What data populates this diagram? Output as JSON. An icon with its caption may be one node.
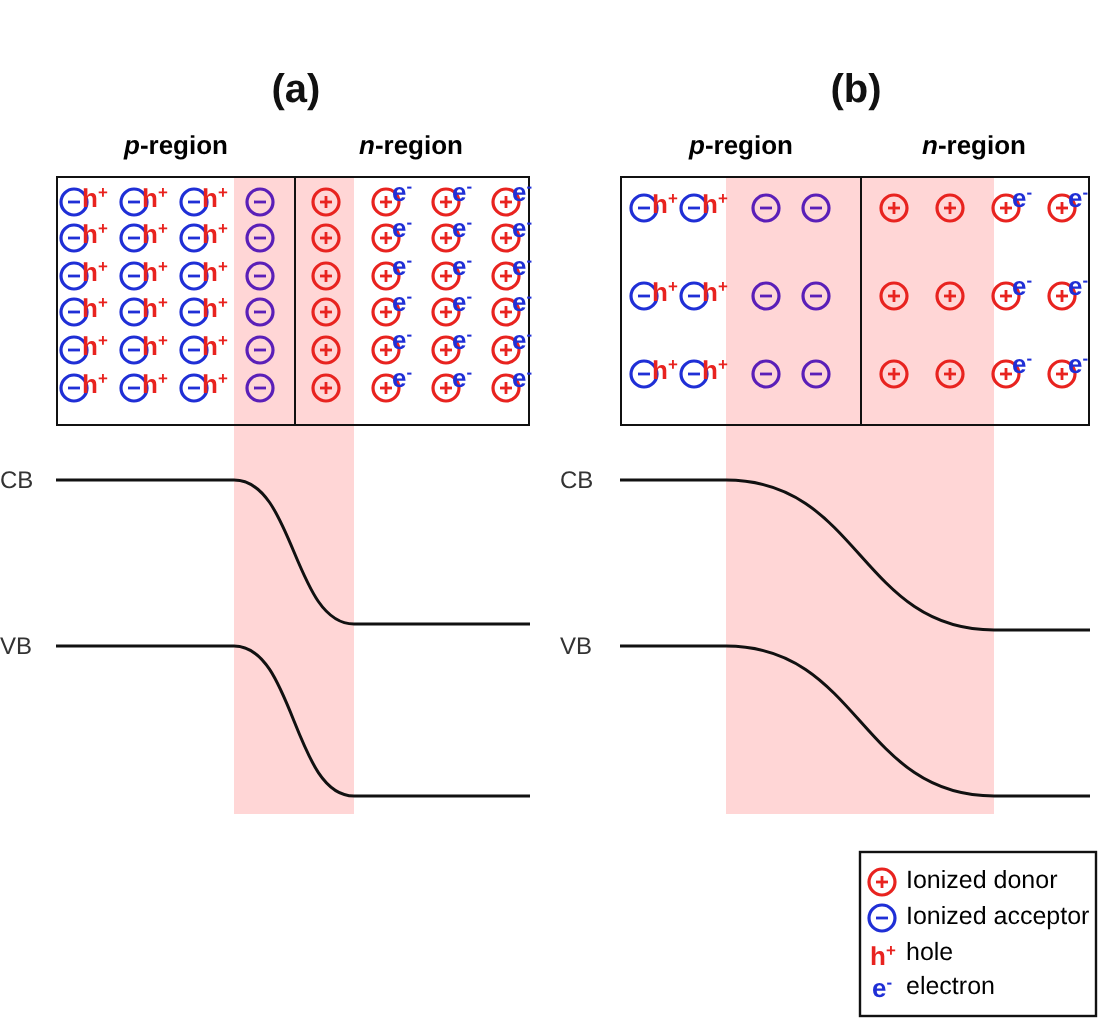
{
  "diagram": {
    "nodes": [
      {
        "text": [
          "*p*-region"
        ]
      },
      {
        "text": [
          "*n*-region"
        ]
      },
      {
        "text": [
          "*p*-region"
        ]
      },
      {
        "text": [
          "*n*-region"
        ]
      }
    ],
    "labels": [
      "(a)",
      "(b)",
      "h$^{+}$",
      "h$^{+}$",
      "h$^{+}$",
      "e$^{-}$",
      "e$^{-}$",
      "e$^{-}$",
      "h$^{+}$",
      "h$^{+}$",
      "h$^{+}$",
      "e$^{-}$",
      "e$^{-}$",
      "e$^{-}$",
      "h$^{+}$",
      "h$^{+}$",
      "h$^{+}$",
      "e$^{-}$",
      "e$^{-}$",
      "e$^{-}$",
      "h$^{+}$",
      "h$^{+}$",
      "h$^{+}$",
      "e$^{-}$",
      "e$^{-}$",
      "e$^{-}$",
      "h$^{+}$",
      "h$^{+}$",
      "h$^{+}$",
      "e$^{-}$",
      "e$^{-}$",
      "e$^{-}$",
      "h$^{+}$",
      "h$^{+}$",
      "h$^{+}$",
      "e$^{-}$",
      "e$^{-}$",
      "e$^{-}$",
      "h$^{+}$",
      "h$^{+}$",
      "e$^{-}$",
      "e$^{-}$",
      "h$^{+}$",
      "h$^{+}$",
      "e$^{-}$",
      "e$^{-}$",
      "h$^{+}$",
      "h$^{+}$",
      "e$^{-}$",
      "e$^{-}$",
      "CB",
      "VB",
      "CB",
      "VB",
      "h$^{+}$",
      "e$^{-}$"
    ],
    "legend": [
      {
        "text": "Ionized donor"
      },
      {
        "text": "Ionized acceptor"
      },
      {
        "text": "hole"
      },
      {
        "text": "electron"
      }
    ]
  }
}
